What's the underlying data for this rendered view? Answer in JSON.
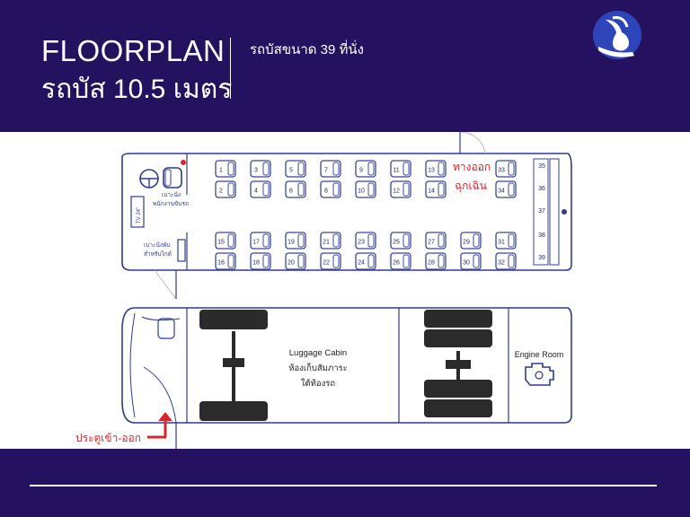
{
  "header": {
    "title_en": "FLOORPLAN",
    "title_th": "รถบัส 10.5 เมตร",
    "subtitle": "รถบัสขนาด 39 ที่นั่ง",
    "logo_icon": "ibex-head-icon"
  },
  "colors": {
    "navy": "#24115f",
    "outline": "#2f3b8f",
    "seat": "#3a4896",
    "red": "#d6272e",
    "tire": "#2b2b2b"
  },
  "upper_deck": {
    "seats_top_row": [
      "1",
      "3",
      "5",
      "7",
      "9",
      "11",
      "13"
    ],
    "seats_second_row": [
      "2",
      "4",
      "6",
      "8",
      "10",
      "12",
      "14"
    ],
    "seats_third_row": [
      "15",
      "17",
      "19",
      "21",
      "23",
      "25",
      "27",
      "29",
      "31"
    ],
    "seats_bottom_row": [
      "16",
      "18",
      "20",
      "22",
      "24",
      "26",
      "28",
      "30",
      "32"
    ],
    "seats_rear_pairs_top": [
      "33",
      "34"
    ],
    "rear_bench": [
      "35",
      "36",
      "37",
      "38",
      "39"
    ],
    "emergency_exit_line1": "ทางออก",
    "emergency_exit_line2": "ฉุกเฉิน",
    "tv_label": "TV 24\"",
    "staff_seat_line1": "เบาะนั่ง",
    "staff_seat_line2": "พนักงานขับรถ",
    "guide_seat_line1": "เบาะนั่งพับ",
    "guide_seat_line2": "สำหรับไกด์"
  },
  "lower_deck": {
    "luggage_line1": "Luggage Cabin",
    "luggage_line2": "ห้องเก็บสัมภาระ",
    "luggage_line3": "ใต้ท้องรถ",
    "engine_label": "Engine Room",
    "entrance_label": "ประตูเข้า-ออก"
  }
}
